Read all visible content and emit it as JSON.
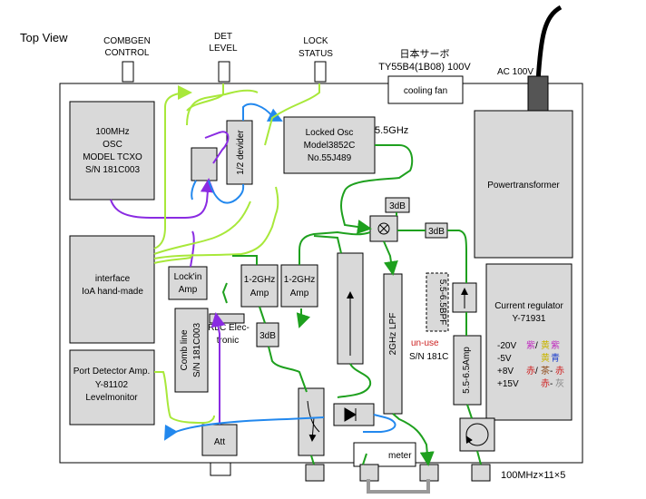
{
  "title": "Top View",
  "front_panel": {
    "comb_gen_l1": "COMBGEN",
    "comb_gen_l2": "CONTROL",
    "det_level_l1": "DET",
    "det_level_l2": "LEVEL",
    "lock_status_l1": "LOCK",
    "lock_status_l2": "STATUS"
  },
  "fan": {
    "label_l1": "日本サーボ",
    "label_l2": "TY55B4(1B08) 100V",
    "box": "cooling fan"
  },
  "ac_label": "AC 100V",
  "blocks": {
    "osc": [
      "100MHz",
      "OSC",
      "MODEL TCXO",
      "S/N 181C003"
    ],
    "interface": [
      "interface",
      "IoA hand-made"
    ],
    "port_detector": [
      "Port Detector Amp.",
      "Y-81102",
      "Levelmonitor"
    ],
    "divider": "1/2 devider",
    "locked_osc": [
      "Locked Osc",
      "Model3852C",
      "No.55J489"
    ],
    "freq": "5.5GHz",
    "power_transformer": "Powertransformer",
    "current_regulator": [
      "Current regulator",
      "Y-71931"
    ],
    "lockin_amp": [
      "Lock'in",
      "Amp"
    ],
    "comb_line": [
      "Comb line",
      "S/N 181C003"
    ],
    "amp_a": [
      "1-2GHz",
      "Amp"
    ],
    "amp_b": [
      "1-2GHz",
      "Amp"
    ],
    "rlc": [
      "RLC Elec-",
      "tronic"
    ],
    "db3_a": "3dB",
    "db3_b": "3dB",
    "db3_c": "3dB",
    "lpf": "2GHz LPF",
    "bpf": "5.5-6.5BPF",
    "unuse": "un-use",
    "unuse_sn": "S/N 181C",
    "amp_5565": "5.5-6.5Amp",
    "att": "Att",
    "meter": "meter",
    "bottom_note": "100MHz×11×5"
  },
  "voltages": [
    {
      "v": "-20V",
      "a": "紫",
      "b": "黄",
      "c": "紫"
    },
    {
      "v": "-5V",
      "a": "黄",
      "b": "青",
      "c": ""
    },
    {
      "v": "+8V",
      "a": "赤",
      "b": "茶",
      "c": "赤"
    },
    {
      "v": "+15V",
      "a": "赤",
      "b": "灰",
      "c": ""
    }
  ],
  "colors": {
    "purple": "#8a2be2",
    "green": "#1ea01e",
    "lightgreen": "#a8e83a",
    "blue": "#2288ee",
    "gray": "#999999"
  }
}
